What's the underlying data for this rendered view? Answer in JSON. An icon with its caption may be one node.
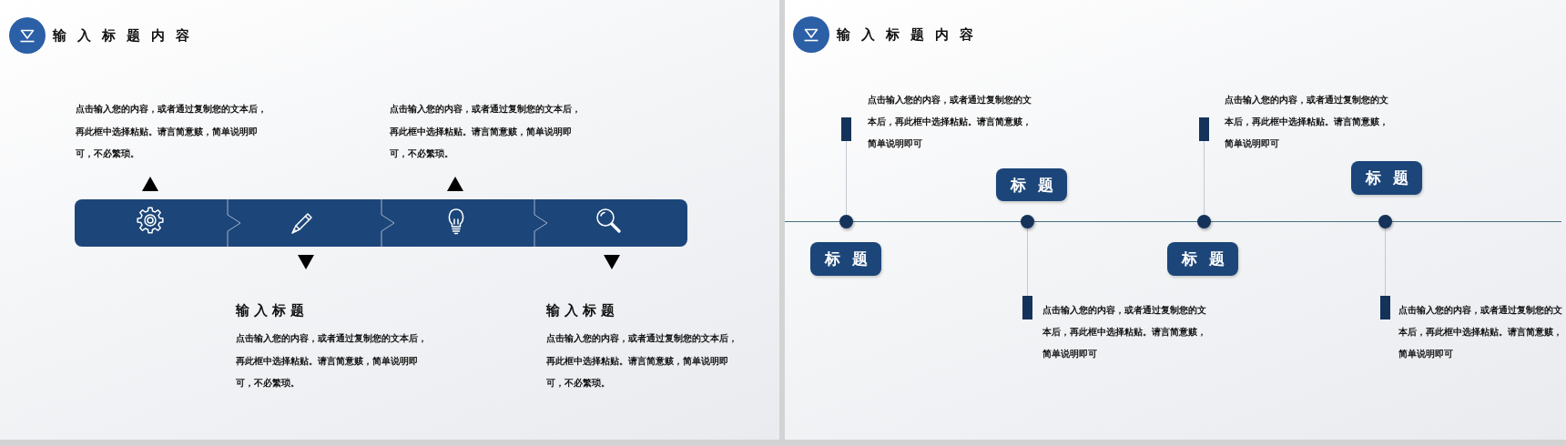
{
  "diagram": {
    "nodes": [
      {
        "text": [
          "标题"
        ]
      },
      {
        "text": [
          "标题"
        ]
      },
      {
        "text": [
          "标题"
        ]
      },
      {
        "text": [
          "标题"
        ]
      }
    ],
    "labels": [
      "输入标题内容",
      "点击输入您的内容，或者通过复制您的文本后，再此框中选择粘贴。请言简意赅，简单说明即可，不必繁琐。",
      "点击输入您的内容，或者通过复制您的文本后，再此框中选择粘贴。请言简意赅，简单说明即可，不必繁琐。",
      "输入标题",
      "点击输入您的内容，或者通过复制您的文本后，再此框中选择粘贴。请言简意赅，简单说明即可，不必繁琐。",
      "输入标题",
      "点击输入您的内容，或者通过复制您的文本后，再此框中选择粘贴。请言简意赅，简单说明即可，不必繁琐。",
      "输入标题内容",
      "点击输入您的内容，或者通过复制您的文本后，再此框中选择粘贴。请言简意赅，简单说明即可",
      "点击输入您的内容，或者通过复制您的文本后，再此框中选择粘贴。请言简意赅，简单说明即可",
      "点击输入您的内容，或者通过复制您的文本后，再此框中选择粘贴。请言简意赅，简单说明即可",
      "点击输入您的内容，或者通过复制您的文本后，再此框中选择粘贴。请言简意赅，简单说明即可"
    ]
  }
}
